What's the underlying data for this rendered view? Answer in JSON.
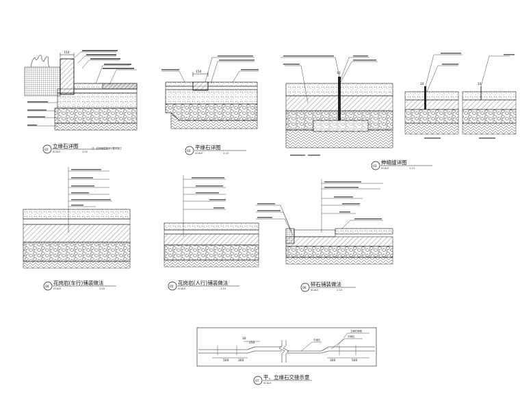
{
  "details": [
    {
      "num": "01",
      "title": "立缘石详图",
      "scale_label": "SCALE",
      "scale": "1:10"
    },
    {
      "num": "02",
      "title": "平缘石详图",
      "scale_label": "SCALE",
      "scale": "1:10"
    },
    {
      "num": "03",
      "title": "伸缩缝详图",
      "scale_label": "SCALE",
      "scale": "1:10"
    },
    {
      "num": "04",
      "title": "花岗岩(车行)铺装做法",
      "scale_label": "SCALE",
      "scale": "1:10"
    },
    {
      "num": "05",
      "title": "花岗岩(人行)铺装做法",
      "scale_label": "SCALE",
      "scale": "1:10"
    },
    {
      "num": "06",
      "title": "碎石铺装做法",
      "scale_label": "SCALE",
      "scale": "1:10"
    },
    {
      "num": "07",
      "title": "平、立缘石交接示意",
      "scale_label": "SCALE",
      "scale": ""
    }
  ],
  "dims": {
    "d01_width": "150",
    "d02_width": "150",
    "d03_a": "10",
    "d03_b": "20",
    "d03_c": "10",
    "d07_a": "30",
    "d07_b": "250",
    "d07_c": "500",
    "d07_d": "300",
    "d07_e": "300",
    "d07_f": "500"
  },
  "notes": {
    "n01": "注：石材面层按设计要求施工",
    "n07_left": "立缘石",
    "n07_mid": "平缘石",
    "n07_r1": "立缘石缘面",
    "n07_r2": "平缘石"
  }
}
